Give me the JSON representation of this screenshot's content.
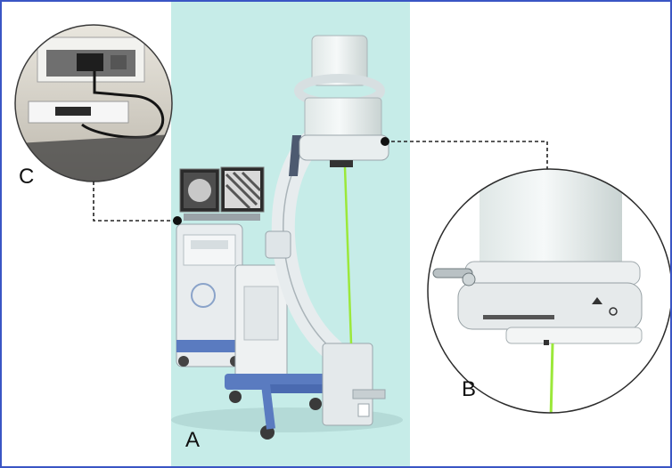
{
  "labels": {
    "a": "A",
    "b": "B",
    "c": "C"
  },
  "colors": {
    "frame_border": "#3a55c4",
    "panel_a_background": "#c6ece8",
    "laser_line": "#9be83a",
    "leader_line": "#222222"
  },
  "icons": {
    "c_arm": "c-arm-xray-machine-icon",
    "detector_closeup": "detector-laser-closeup-icon",
    "workstation_closeup": "workstation-connection-closeup-icon"
  }
}
